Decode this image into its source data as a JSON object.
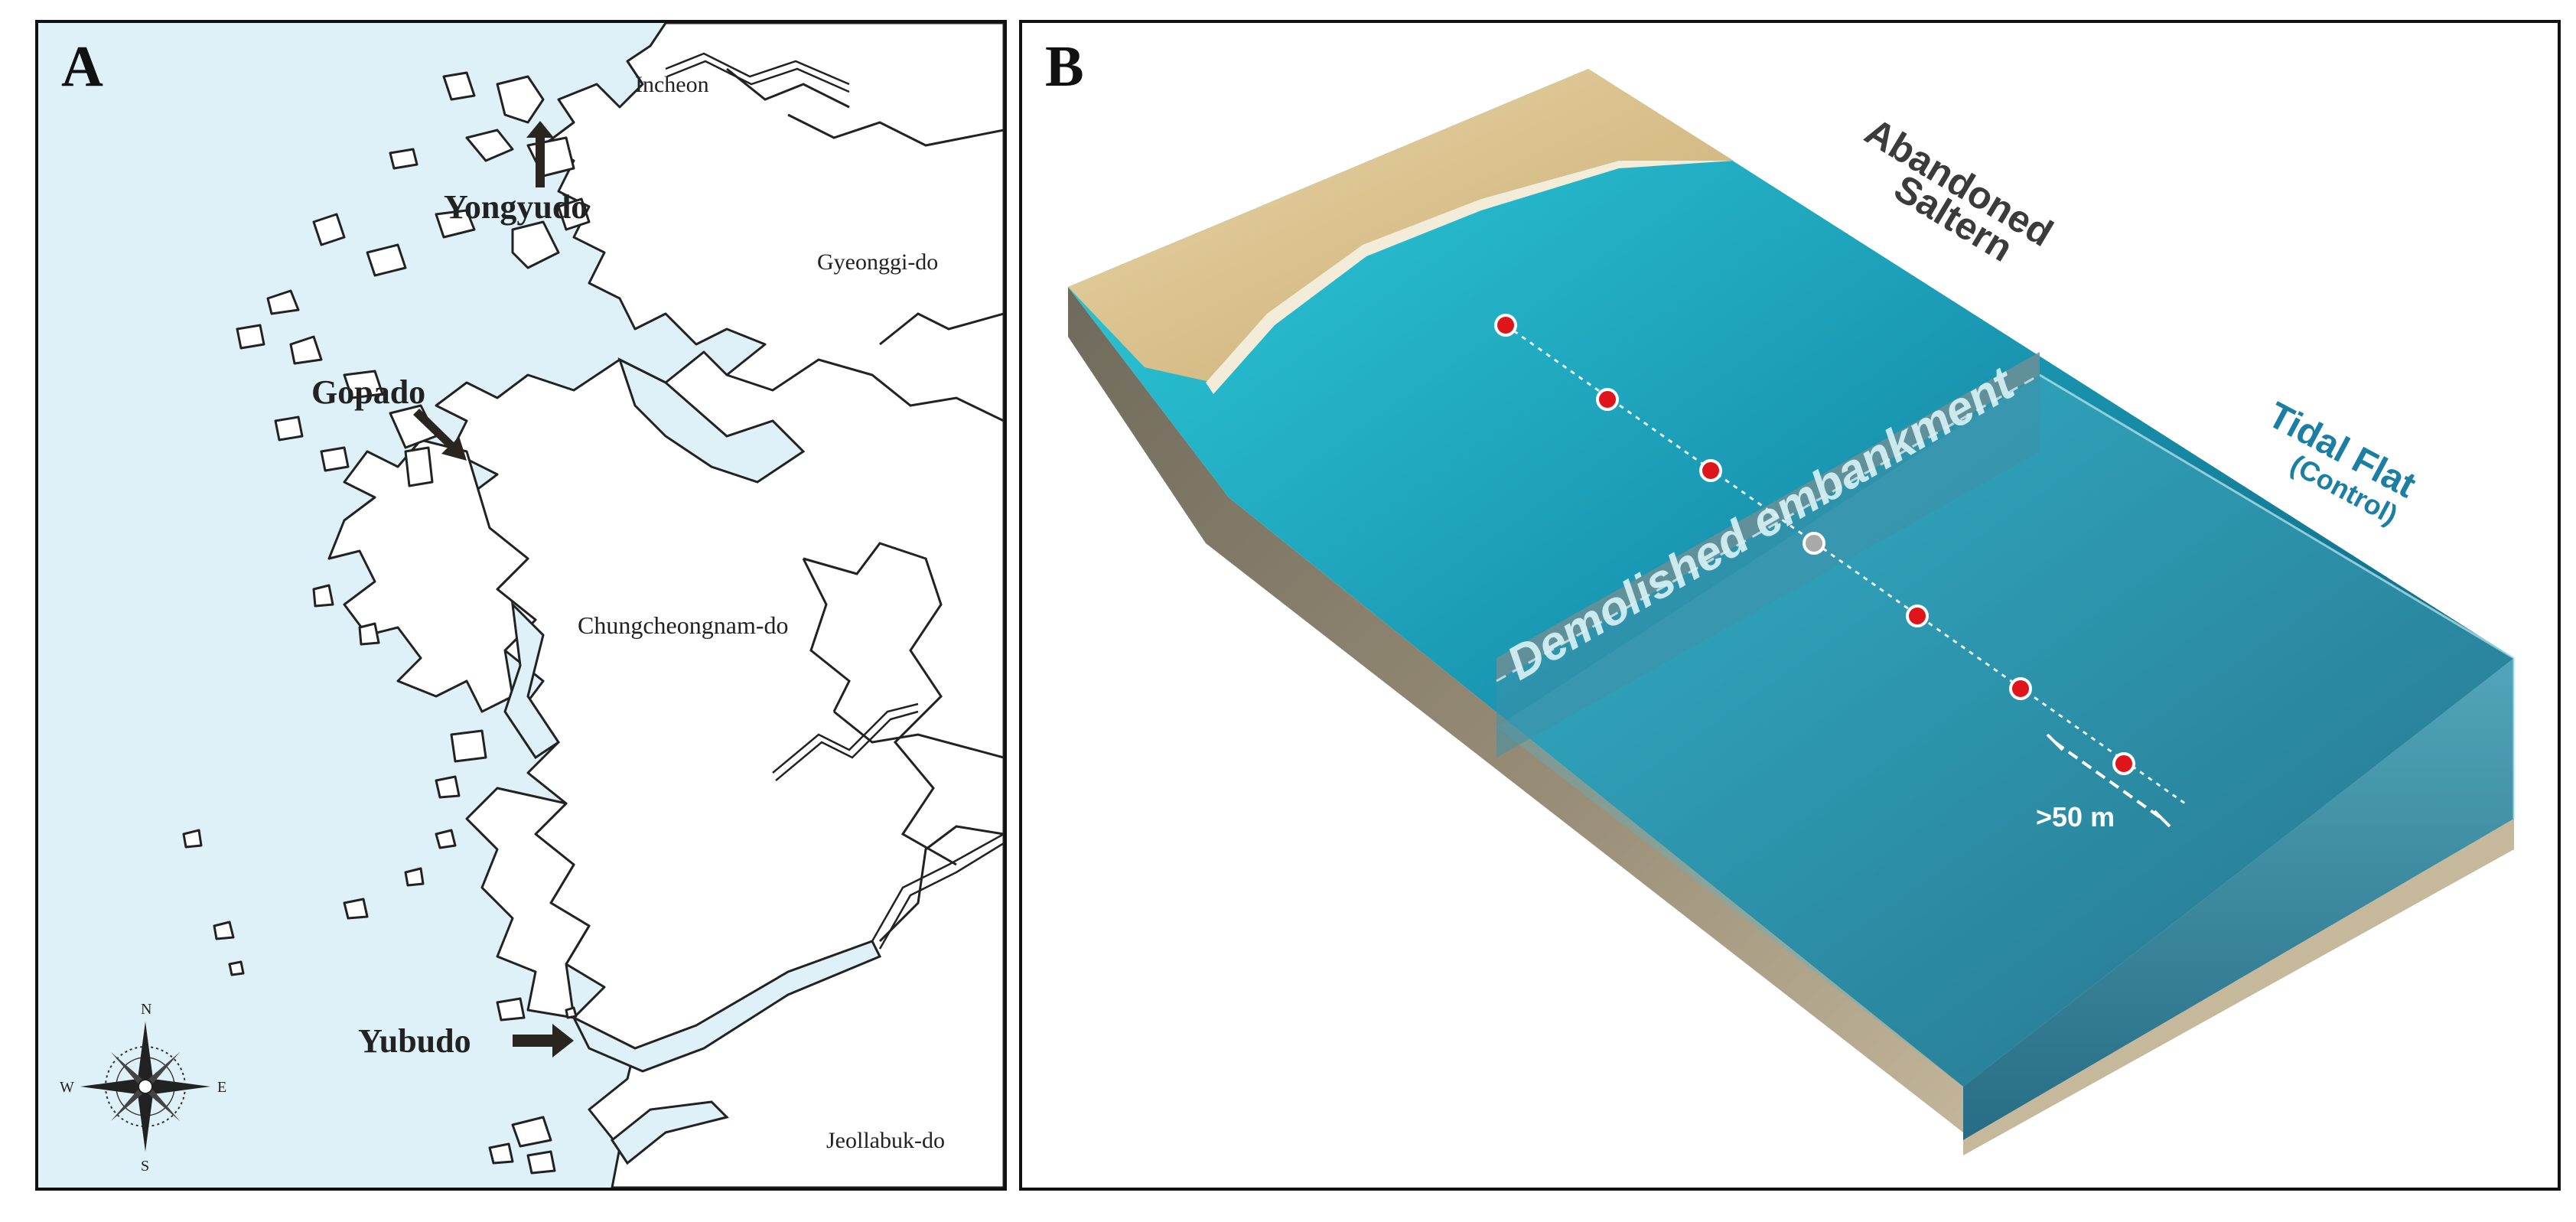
{
  "panel_a": {
    "letter": "A",
    "regions": {
      "incheon": "Incheon",
      "gyeonggi": "Gyeonggi-do",
      "chungcheongnam": "Chungcheongnam-do",
      "jeollabuk": "Jeollabuk-do"
    },
    "sites": {
      "yongyudo": "Yongyudo",
      "gopado": "Gopado",
      "yubudo": "Yubudo"
    },
    "compass": {
      "n": "N",
      "s": "S",
      "e": "E",
      "w": "W"
    },
    "colors": {
      "sea": "#dff1f8",
      "land": "#ffffff",
      "coast": "#222222",
      "arrow": "#2b2520"
    }
  },
  "panel_b": {
    "letter": "B",
    "labels": {
      "abandoned_line1": "Abandoned",
      "abandoned_line2": "Saltern",
      "embankment": "Demolished embankment",
      "tidal_line1": "Tidal Flat",
      "tidal_line2": "(Control)",
      "distance": ">50 m"
    },
    "colors": {
      "water_light": "#27c4d6",
      "water_dark": "#0b4d66",
      "sand": "#e6d4a2",
      "side": "#8a7f6c",
      "sample_red": "#e0141b",
      "sample_gray": "#a9a9a9",
      "tidal_text": "#1b7fa3",
      "saltern_text": "#3b3b3b"
    }
  }
}
